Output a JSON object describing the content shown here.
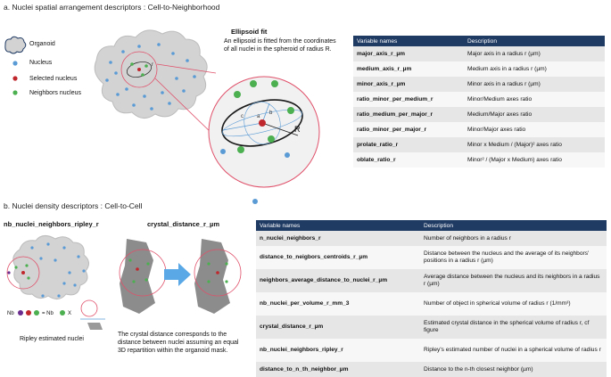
{
  "section_a": {
    "title": "a. Nuclei spatial arrangement descriptors : Cell-to-Neighborhood",
    "legend": {
      "organoid": "Organoid",
      "nucleus": "Nucleus",
      "selected": "Selected nucleus",
      "neighbors": "Neighbors nucleus"
    },
    "ellipsoid": {
      "heading": "Ellipsoid fit",
      "text": "An ellipsoid is fitted from the coordinates of all nuclei in the spheroid of radius R.",
      "r_label": "R",
      "axis_labels": [
        "c",
        "b",
        "a"
      ],
      "small_r": "r"
    },
    "table": {
      "headers": [
        "Variable names",
        "Description"
      ],
      "rows": [
        {
          "name": "major_axis_r_µm",
          "desc": "Major axis in a radius r (µm)"
        },
        {
          "name": "medium_axis_r_µm",
          "desc": "Medium axis in a radius r (µm)"
        },
        {
          "name": "minor_axis_r_µm",
          "desc": "Minor axis in a radius r (µm)"
        },
        {
          "name": "ratio_minor_per_medium_r",
          "desc": "Minor/Medium axes ratio"
        },
        {
          "name": "ratio_medium_per_major_r",
          "desc": "Medium/Major axes ratio"
        },
        {
          "name": "ratio_minor_per_major_r",
          "desc": "Minor/Major axes ratio"
        },
        {
          "name": "prolate_ratio_r",
          "desc": "Minor x Medium / (Major)² axes ratio"
        },
        {
          "name": "oblate_ratio_r",
          "desc": "Minor² / (Major x Medium) axes ratio"
        }
      ]
    }
  },
  "section_b": {
    "title": "b. Nuclei density descriptors : Cell-to-Cell",
    "ripley": {
      "heading": "nb_nuclei_neighbors_ripley_r",
      "caption": "Ripley estimated nuclei",
      "formula": {
        "nb1": "Nb",
        "eq": "= Nb",
        "x": "X"
      }
    },
    "crystal": {
      "heading": "crystal_distance_r_µm",
      "text": "The crystal distance corresponds to the distance between nuclei assuming an equal 3D repartition within the organoid mask."
    },
    "table": {
      "headers": [
        "Variable names",
        "Description"
      ],
      "rows": [
        {
          "name": "n_nuclei_neighbors_r",
          "desc": "Number of neighbors in a radius r"
        },
        {
          "name": "distance_to_neigbors_centroids_r_µm",
          "desc": "Distance between the nucleus and the average of its neighbors' positions in a radius r (µm)"
        },
        {
          "name": "neighbors_average_distance_to_nuclei_r_µm",
          "desc": "Average distance between the nucleus and its neighbors in a radius r (µm)"
        },
        {
          "name": "nb_nuclei_per_volume_r_mm_3",
          "desc": "Number of object in spherical volume of radius r (1/mm³)"
        },
        {
          "name": "crystal_distance_r_µm",
          "desc": "Estimated crystal distance in the spherical volume of radius r, cf figure"
        },
        {
          "name": "nb_nuclei_neighbors_ripley_r",
          "desc": "Ripley's estimated number of nuclei in a spherical volume of radius r"
        },
        {
          "name": "distance_to_n_th_neighbor_µm",
          "desc": "Distance to the n-th closest neighbor (µm)"
        }
      ]
    }
  },
  "colors": {
    "header": "#1f3a63",
    "nucleus": "#5b9bd5",
    "selected": "#c0272d",
    "neighbor": "#4caf50",
    "organoid": "#d3d3d3",
    "circle": "#e0506a",
    "ellipse": "#1a1a1a",
    "arrow": "#5aa9e6"
  }
}
